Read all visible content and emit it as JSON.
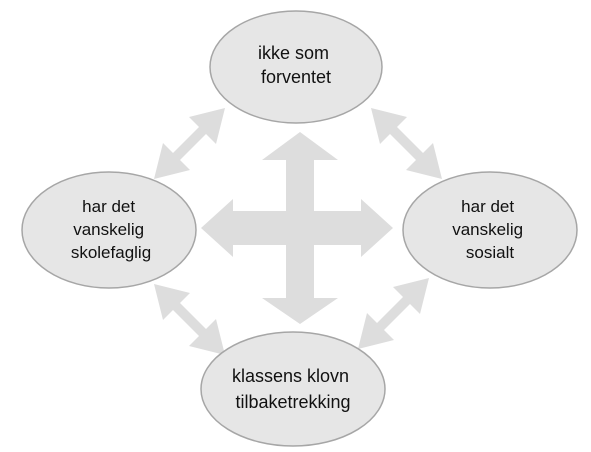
{
  "colors": {
    "node_fill": "#e6e6e6",
    "node_stroke": "#a6a6a6",
    "arrow_fill": "#dddddd",
    "text": "#111111"
  },
  "nodes": {
    "top": {
      "lines": [
        "ikke som",
        "forventet"
      ]
    },
    "left": {
      "lines": [
        "har det",
        "vanskelig",
        "skolefaglig"
      ]
    },
    "right": {
      "lines": [
        "har det",
        "vanskelig",
        "sosialt"
      ]
    },
    "bottom": {
      "lines": [
        "klassens klovn",
        "tilbaketrekking"
      ]
    }
  },
  "connectors": {
    "center_cross": "four-way-arrow",
    "diagonals": [
      "top-left",
      "top-right",
      "bottom-left",
      "bottom-right"
    ],
    "diagonal_style": "double-headed-arrow"
  }
}
